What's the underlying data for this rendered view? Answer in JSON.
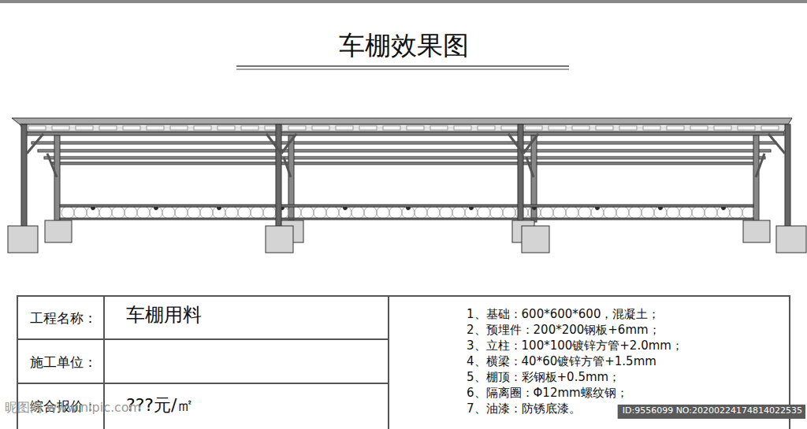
{
  "diagram": {
    "title": "车棚效果图",
    "labels": [
      "工程名称：",
      "车棚用料",
      "施工单位：",
      "综合报价：",
      "???元/㎡",
      "1、基础：600*600*600，混凝土；",
      "2、预埋件：200*200钢板+6mm；",
      "3、立柱：100*100镀锌方管+2.0mm；",
      "4、横梁：40*60镀锌方管+1.5mm",
      "5、棚顶：彩钢板+0.5mm；",
      "6、隔离圈：Φ12mm螺纹钢；",
      "7、油漆：防锈底漆。",
      "昵图网 www.nipic.com",
      "ID:9556099 NO:20200224174814022535"
    ]
  }
}
